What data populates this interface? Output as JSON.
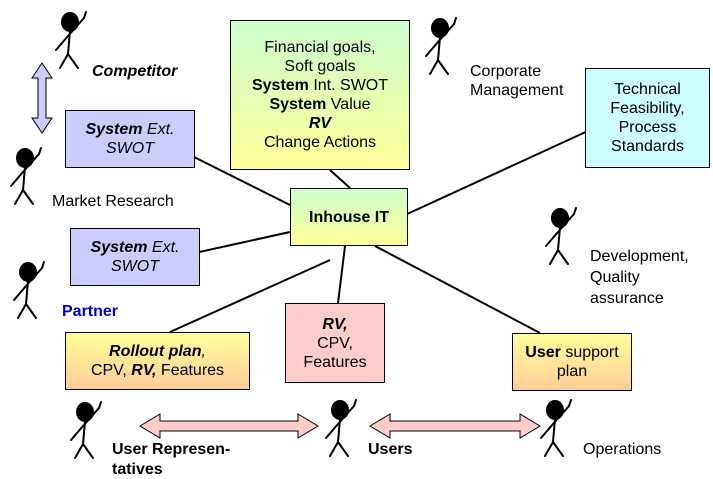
{
  "colors": {
    "green_box_top": "#ccffcc",
    "green_box_bottom": "#ffff99",
    "blue_box": "#ccccff",
    "cyan_box": "#ccffff",
    "yellow_box_top": "#ffff99",
    "yellow_box_bottom": "#ffcc99",
    "pink_box": "#ffcccc",
    "partner_text": "#0000cc",
    "arrow_fill": "#ffcccc",
    "competitor_arrow_fill": "#ccccff"
  },
  "boxes": {
    "goals": {
      "line1": "Financial goals,",
      "line2": "Soft goals",
      "line3_bold": "System",
      "line3_rest": " Int. SWOT",
      "line4_bold": "System",
      "line4_rest": " Value",
      "line5": "RV",
      "line6": "Change Actions"
    },
    "ext_swot_1": {
      "bold": "System",
      "rest": "  Ext.",
      "line2": "SWOT"
    },
    "ext_swot_2": {
      "bold": "System",
      "rest": "  Ext.",
      "line2": "SWOT"
    },
    "technical": {
      "line1": "Technical",
      "line2": "Feasibility,",
      "line3": "Process",
      "line4": "Standards"
    },
    "inhouse": {
      "label": "Inhouse IT"
    },
    "rollout": {
      "line1_bold": "Rollout plan",
      "line1_rest": ",",
      "line2_pre": "CPV, ",
      "line2_bold": "RV,",
      "line2_post": " Features"
    },
    "rv_center": {
      "line1": "RV,",
      "line2": "CPV,",
      "line3": "Features"
    },
    "user_support": {
      "line1_bold": "User",
      "line1_rest": " support",
      "line2": "plan"
    }
  },
  "labels": {
    "competitor": "Competitor",
    "market_research": "Market Research",
    "partner": "Partner",
    "corporate_1": "Corporate",
    "corporate_2": "Management",
    "development_1": "Development,",
    "development_2": "Quality",
    "development_3": "assurance",
    "user_rep_1": "User Represen-",
    "user_rep_2": "tatives",
    "users": "Users",
    "operations": "Operations"
  }
}
